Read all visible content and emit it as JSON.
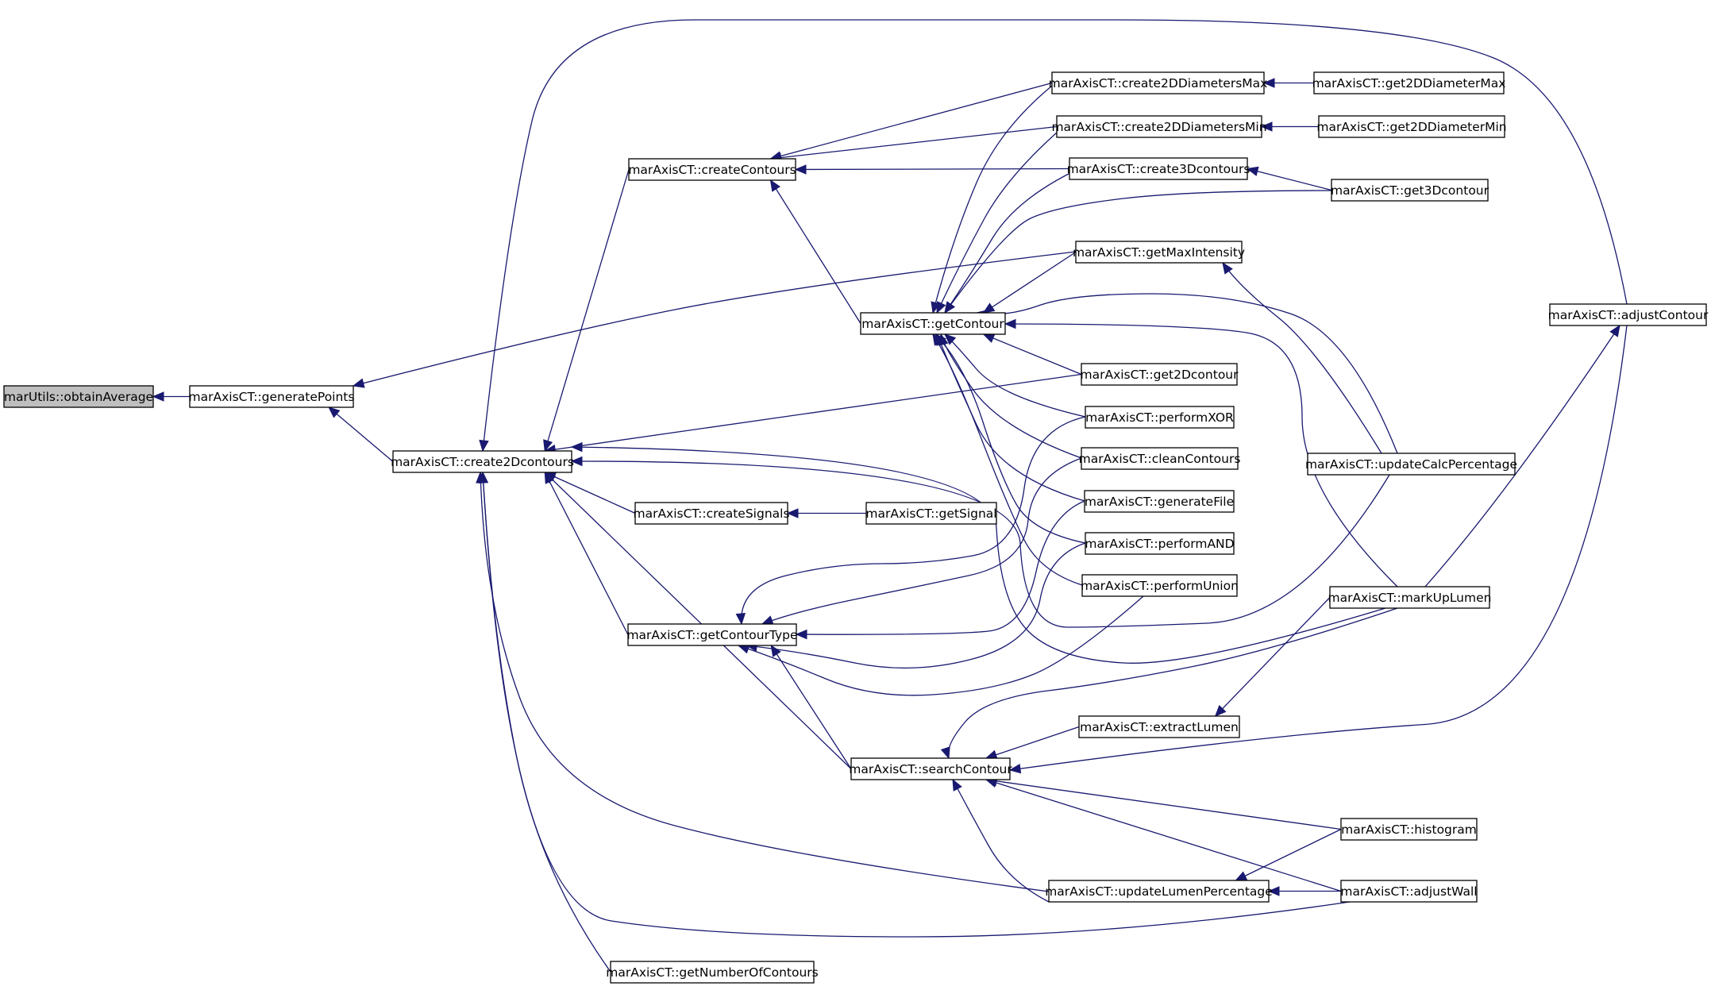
{
  "graph": {
    "nodes": [
      {
        "id": "obtainAverage",
        "label": "marUtils::obtainAverage",
        "root": true
      },
      {
        "id": "generatePoints",
        "label": "marAxisCT::generatePoints"
      },
      {
        "id": "create2Dcontours",
        "label": "marAxisCT::create2Dcontours"
      },
      {
        "id": "createContours",
        "label": "marAxisCT::createContours"
      },
      {
        "id": "getContour",
        "label": "marAxisCT::getContour"
      },
      {
        "id": "createSignals",
        "label": "marAxisCT::createSignals"
      },
      {
        "id": "getSignal",
        "label": "marAxisCT::getSignal"
      },
      {
        "id": "getContourType",
        "label": "marAxisCT::getContourType"
      },
      {
        "id": "searchContour",
        "label": "marAxisCT::searchContour"
      },
      {
        "id": "getNumberOfContours",
        "label": "marAxisCT::getNumberOfContours"
      },
      {
        "id": "create2DDiametersMax",
        "label": "marAxisCT::create2DDiametersMax"
      },
      {
        "id": "create2DDiametersMin",
        "label": "marAxisCT::create2DDiametersMin"
      },
      {
        "id": "create3Dcontours",
        "label": "marAxisCT::create3Dcontours"
      },
      {
        "id": "getMaxIntensity",
        "label": "marAxisCT::getMaxIntensity"
      },
      {
        "id": "get2Dcontour",
        "label": "marAxisCT::get2Dcontour"
      },
      {
        "id": "performXOR",
        "label": "marAxisCT::performXOR"
      },
      {
        "id": "cleanContours",
        "label": "marAxisCT::cleanContours"
      },
      {
        "id": "generateFile",
        "label": "marAxisCT::generateFile"
      },
      {
        "id": "performAND",
        "label": "marAxisCT::performAND"
      },
      {
        "id": "performUnion",
        "label": "marAxisCT::performUnion"
      },
      {
        "id": "extractLumen",
        "label": "marAxisCT::extractLumen"
      },
      {
        "id": "updateLumenPercentage",
        "label": "marAxisCT::updateLumenPercentage"
      },
      {
        "id": "get2DDiameterMax",
        "label": "marAxisCT::get2DDiameterMax"
      },
      {
        "id": "get2DDiameterMin",
        "label": "marAxisCT::get2DDiameterMin"
      },
      {
        "id": "get3Dcontour",
        "label": "marAxisCT::get3Dcontour"
      },
      {
        "id": "updateCalcPercentage",
        "label": "marAxisCT::updateCalcPercentage"
      },
      {
        "id": "markUpLumen",
        "label": "marAxisCT::markUpLumen"
      },
      {
        "id": "histogram",
        "label": "marAxisCT::histogram"
      },
      {
        "id": "adjustWall",
        "label": "marAxisCT::adjustWall"
      },
      {
        "id": "adjustContour",
        "label": "marAxisCT::adjustContour"
      }
    ],
    "edges": [
      {
        "from": "generatePoints",
        "to": "obtainAverage"
      },
      {
        "from": "getMaxIntensity",
        "to": "generatePoints"
      },
      {
        "from": "create2Dcontours",
        "to": "generatePoints"
      },
      {
        "from": "createContours",
        "to": "create2Dcontours"
      },
      {
        "from": "createSignals",
        "to": "create2Dcontours"
      },
      {
        "from": "getContourType",
        "to": "create2Dcontours"
      },
      {
        "from": "searchContour",
        "to": "create2Dcontours"
      },
      {
        "from": "getNumberOfContours",
        "to": "create2Dcontours"
      },
      {
        "from": "updateLumenPercentage",
        "to": "create2Dcontours"
      },
      {
        "from": "adjustWall",
        "to": "create2Dcontours"
      },
      {
        "from": "get2Dcontour",
        "to": "create2Dcontours"
      },
      {
        "from": "updateCalcPercentage",
        "to": "create2Dcontours"
      },
      {
        "from": "markUpLumen",
        "to": "create2Dcontours"
      },
      {
        "from": "adjustContour",
        "to": "create2Dcontours"
      },
      {
        "from": "create2DDiametersMax",
        "to": "createContours"
      },
      {
        "from": "create2DDiametersMin",
        "to": "createContours"
      },
      {
        "from": "create3Dcontours",
        "to": "createContours"
      },
      {
        "from": "getContour",
        "to": "createContours"
      },
      {
        "from": "create2DDiametersMax",
        "to": "getContour"
      },
      {
        "from": "create2DDiametersMin",
        "to": "getContour"
      },
      {
        "from": "create3Dcontours",
        "to": "getContour"
      },
      {
        "from": "get3Dcontour",
        "to": "getContour"
      },
      {
        "from": "getMaxIntensity",
        "to": "getContour"
      },
      {
        "from": "updateCalcPercentage",
        "to": "getContour"
      },
      {
        "from": "markUpLumen",
        "to": "getContour"
      },
      {
        "from": "get2Dcontour",
        "to": "getContour"
      },
      {
        "from": "performXOR",
        "to": "getContour"
      },
      {
        "from": "cleanContours",
        "to": "getContour"
      },
      {
        "from": "generateFile",
        "to": "getContour"
      },
      {
        "from": "performAND",
        "to": "getContour"
      },
      {
        "from": "performUnion",
        "to": "getContour"
      },
      {
        "from": "getSignal",
        "to": "createSignals"
      },
      {
        "from": "performXOR",
        "to": "getContourType"
      },
      {
        "from": "cleanContours",
        "to": "getContourType"
      },
      {
        "from": "generateFile",
        "to": "getContourType"
      },
      {
        "from": "performAND",
        "to": "getContourType"
      },
      {
        "from": "performUnion",
        "to": "getContourType"
      },
      {
        "from": "searchContour",
        "to": "getContourType"
      },
      {
        "from": "extractLumen",
        "to": "searchContour"
      },
      {
        "from": "markUpLumen",
        "to": "searchContour"
      },
      {
        "from": "adjustContour",
        "to": "searchContour"
      },
      {
        "from": "histogram",
        "to": "searchContour"
      },
      {
        "from": "adjustWall",
        "to": "searchContour"
      },
      {
        "from": "updateLumenPercentage",
        "to": "searchContour"
      },
      {
        "from": "get2DDiameterMax",
        "to": "create2DDiametersMax"
      },
      {
        "from": "get2DDiameterMin",
        "to": "create2DDiametersMin"
      },
      {
        "from": "get3Dcontour",
        "to": "create3Dcontours"
      },
      {
        "from": "updateCalcPercentage",
        "to": "getMaxIntensity"
      },
      {
        "from": "markUpLumen",
        "to": "extractLumen"
      },
      {
        "from": "histogram",
        "to": "updateLumenPercentage"
      },
      {
        "from": "adjustWall",
        "to": "updateLumenPercentage"
      },
      {
        "from": "markUpLumen",
        "to": "adjustContour"
      }
    ]
  },
  "colors": {
    "edge": "#191970",
    "node_border": "#000000",
    "root_fill": "#bfbfbf",
    "node_fill": "#ffffff"
  }
}
